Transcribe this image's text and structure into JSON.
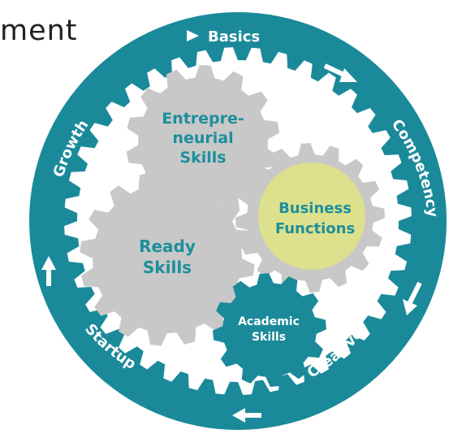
{
  "partial_title": "ment",
  "ring": {
    "labels": {
      "basics": "Basics",
      "competency": "Competency",
      "creative": "Creative",
      "startup": "Startup",
      "growth": "Growth"
    }
  },
  "gears": {
    "entrepreneurial": {
      "line1": "Entrepre-",
      "line2": "neurial",
      "line3": "Skills"
    },
    "business": {
      "line1": "Business",
      "line2": "Functions"
    },
    "ready": {
      "line1": "Ready",
      "line2": "Skills"
    },
    "academic": {
      "line1": "Academic",
      "line2": "Skills"
    }
  },
  "colors": {
    "ring": "#1a8a9a",
    "gear_grey": "#c8c8c8",
    "business_fill": "#dde08c",
    "label_teal": "#1d8f9c",
    "white": "#ffffff"
  }
}
